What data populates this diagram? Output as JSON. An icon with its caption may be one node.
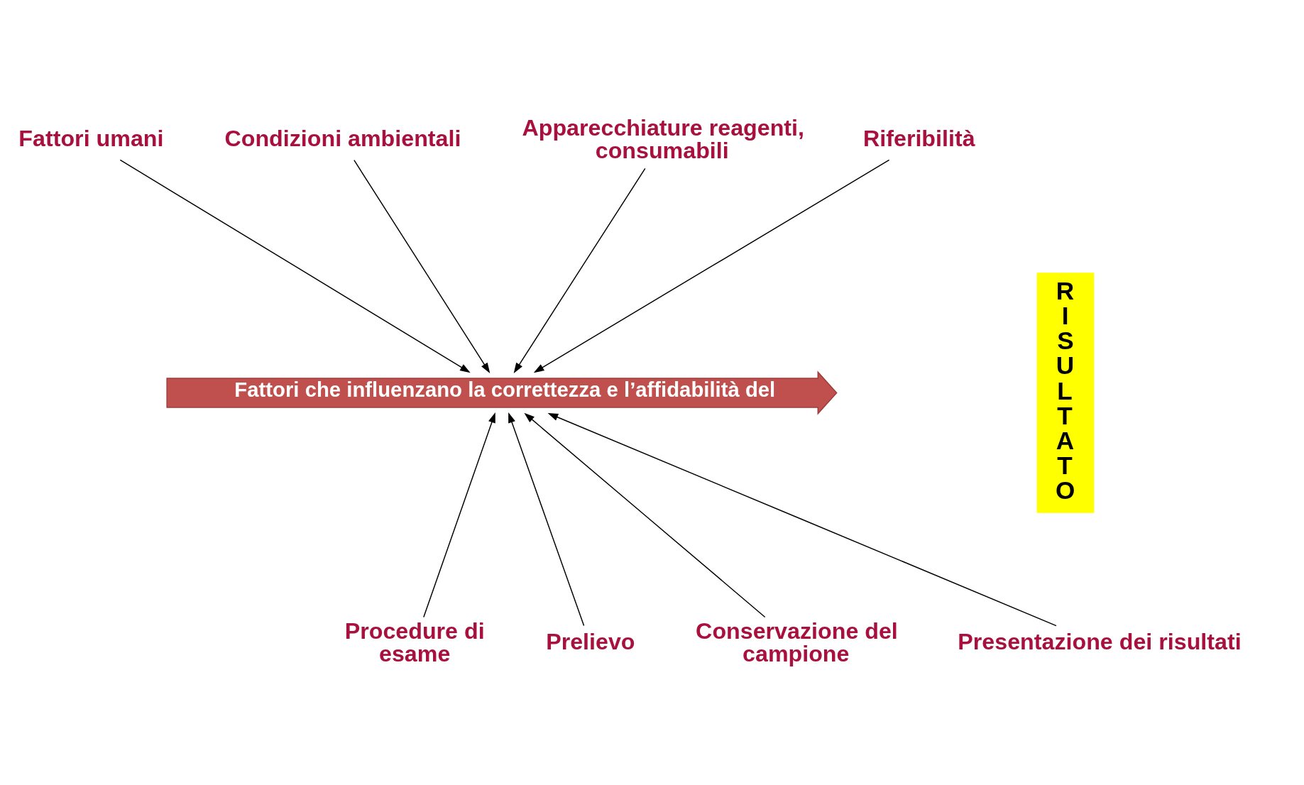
{
  "diagram": {
    "nodes": [
      {
        "text": [
          "Fattori umani"
        ]
      },
      {
        "text": [
          "Apparecchiature reagenti, consumabili"
        ]
      },
      {
        "text": [
          "Condizioni ambientali"
        ]
      },
      {
        "text": [
          "Riferibilità"
        ]
      },
      {
        "text": [
          "RISULTATO"
        ]
      },
      {
        "text": [
          "Fattori che influenzano la correttezza e l’affidabilità del"
        ]
      },
      {
        "text": [
          "Prelievo"
        ]
      },
      {
        "text": [
          "Procedure di esame"
        ]
      },
      {
        "text": [
          "Conservazione del campione"
        ]
      },
      {
        "text": [
          "Presentazione dei risultati"
        ]
      }
    ],
    "edges": [
      {
        "from": 0,
        "to": 5,
        "arrow": "to"
      },
      {
        "from": 1,
        "to": 5,
        "arrow": "to"
      },
      {
        "from": 2,
        "to": 5,
        "arrow": "to"
      },
      {
        "from": 3,
        "to": 5,
        "arrow": "to"
      },
      {
        "from": 6,
        "to": 5,
        "arrow": "to"
      },
      {
        "from": 7,
        "to": 5,
        "arrow": "to"
      },
      {
        "from": 8,
        "to": 5,
        "arrow": "to"
      },
      {
        "from": 9,
        "to": 5,
        "arrow": "to"
      }
    ]
  }
}
